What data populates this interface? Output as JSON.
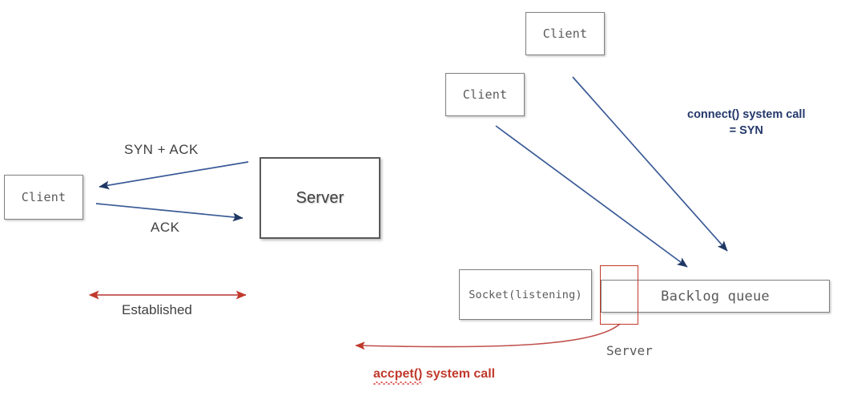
{
  "diagram": {
    "title": "TCP connection establishment and backlog queue diagram",
    "colors": {
      "arrow_blue": "#3a5a96",
      "arrowhead_navy": "#1f3864",
      "red": "#c0392b",
      "box_border": "#808080",
      "text_gray": "#595959",
      "connect_label_navy": "#24386b"
    }
  },
  "left_diagram": {
    "client_box": {
      "label": "Client"
    },
    "server_box": {
      "label": "Server"
    },
    "arrows": [
      {
        "name": "syn-ack-arrow",
        "label": "SYN + ACK",
        "direction": "server-to-client"
      },
      {
        "name": "ack-arrow",
        "label": "ACK",
        "direction": "client-to-server"
      }
    ],
    "established": {
      "label": "Established"
    }
  },
  "right_diagram": {
    "clients": [
      {
        "label": "Client"
      },
      {
        "label": "Client"
      }
    ],
    "connect_note": {
      "line1": "connect() system call",
      "line2": "= SYN"
    },
    "socket_box": {
      "label": "Socket(listening)"
    },
    "backlog_box": {
      "label": "Backlog queue"
    },
    "server_label": "Server",
    "accept_note": {
      "misspelled": "accpet()",
      "rest": " system call"
    }
  }
}
